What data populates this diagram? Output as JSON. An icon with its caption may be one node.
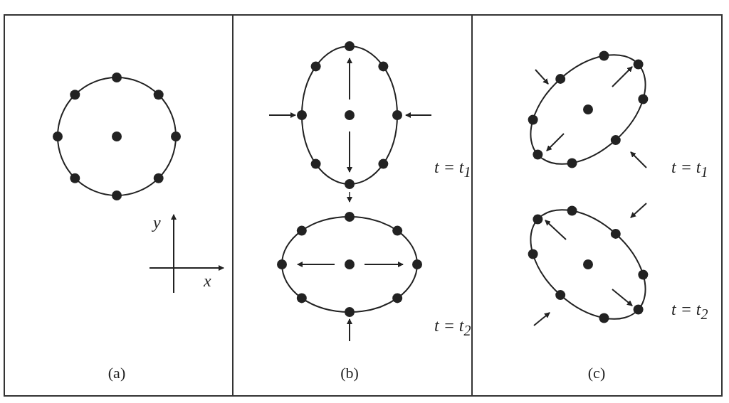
{
  "diagram": {
    "nodes": [
      {
        "text": [
          "(a)"
        ]
      },
      {
        "text": [
          "(b)"
        ]
      },
      {
        "text": [
          "(c)"
        ]
      }
    ],
    "labels": [
      "y",
      "x",
      "t = t$_{1}$",
      "t = t$_{2}$",
      "t = t$_{1}$",
      "t = t$_{2}$"
    ]
  }
}
